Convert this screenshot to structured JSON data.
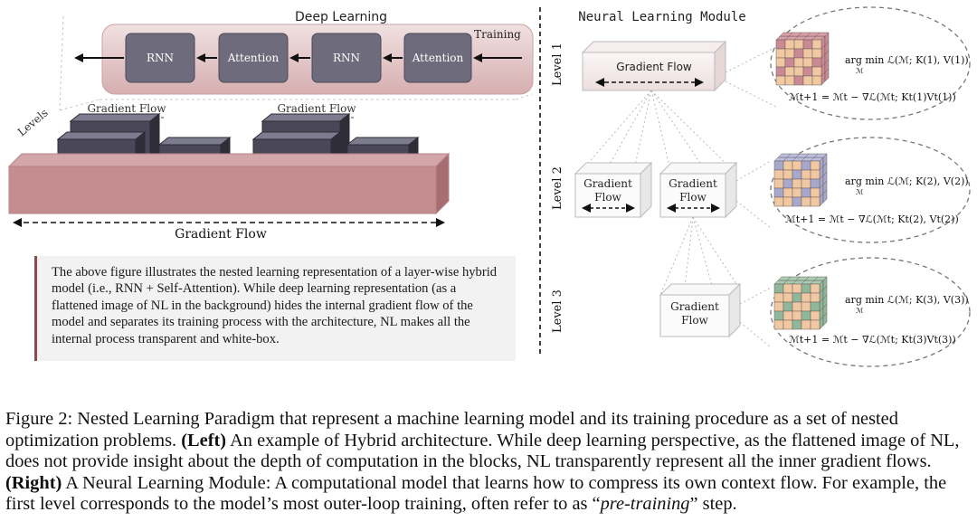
{
  "figure": {
    "left": {
      "title": "Deep Learning",
      "training_label": "Training",
      "levels_label": "Levels",
      "blocks": [
        "RNN",
        "Attention",
        "RNN",
        "Attention"
      ],
      "top_flow_labels": [
        "Gradient Flow",
        "Gradient Flow"
      ],
      "bottom_flow_label": "Gradient Flow",
      "description": "The above figure illustrates the nested learning representation of a layer-wise hybrid model (i.e., RNN + Self-Attention). While deep learning representation (as a flattened image of NL in the background) hides the internal gradient flow of the model and separates its training process with the architecture, NL makes all the internal process transparent and white-box."
    },
    "right": {
      "title": "Neural Learning Module",
      "level_labels": [
        "Level 1",
        "Level 2",
        "Level 3"
      ],
      "boxes": {
        "level1": "Gradient Flow",
        "level2_left": [
          "Gradient",
          "Flow"
        ],
        "level2_right": [
          "Gradient",
          "Flow"
        ],
        "level3": [
          "Gradient",
          "Flow"
        ]
      },
      "equations": [
        {
          "argmin": "arg min",
          "sub": "ℳ",
          "objective": "ℒ(ℳ; K(1), V(1))",
          "update": "ℳt+1 = ℳt − ∇ℒ(ℳt; Kt(1)Vt(1))"
        },
        {
          "argmin": "arg min",
          "sub": "ℳ",
          "objective": "ℒ(ℳ; K(2), V(2))",
          "update": "ℳt+1 = ℳt − ∇ℒ(ℳt; Kt(2), Vt(2))"
        },
        {
          "argmin": "arg min",
          "sub": "ℳ",
          "objective": "ℒ(ℳ; K(3), V(3))",
          "update": "ℳt+1 = ℳt − ∇ℒ(ℳt; Kt(3)Vt(3))"
        }
      ]
    }
  },
  "caption": {
    "lead": "Figure 2: Nested Learning Paradigm that represent a machine learning model and its training procedure as a set of nested optimization problems.",
    "left_tag": "(Left)",
    "left_text": "An example of Hybrid architecture. While deep learning perspective, as the flattened image of NL, does not provide insight about the depth of computation in the blocks, NL transparently represent all the inner gradient flows.",
    "right_tag": "(Right)",
    "right_text": "A Neural Learning Module: A computational model that learns how to compress its own context flow. For example, the first level corresponds to the model’s most outer-loop training, often refer to as “",
    "italic_term": "pre-training",
    "tail": "” step."
  },
  "colors": {
    "slab": "#c48d8f",
    "slab_top": "#d9b2b3",
    "block": "#5a5868",
    "block_dark": "#34333f",
    "accent": "#8c4a4e",
    "cube_peach": "#f0c8a2",
    "cube_rose": "#c98a94",
    "cube_lavender": "#a6a8cc",
    "cube_green": "#8fb89a"
  }
}
